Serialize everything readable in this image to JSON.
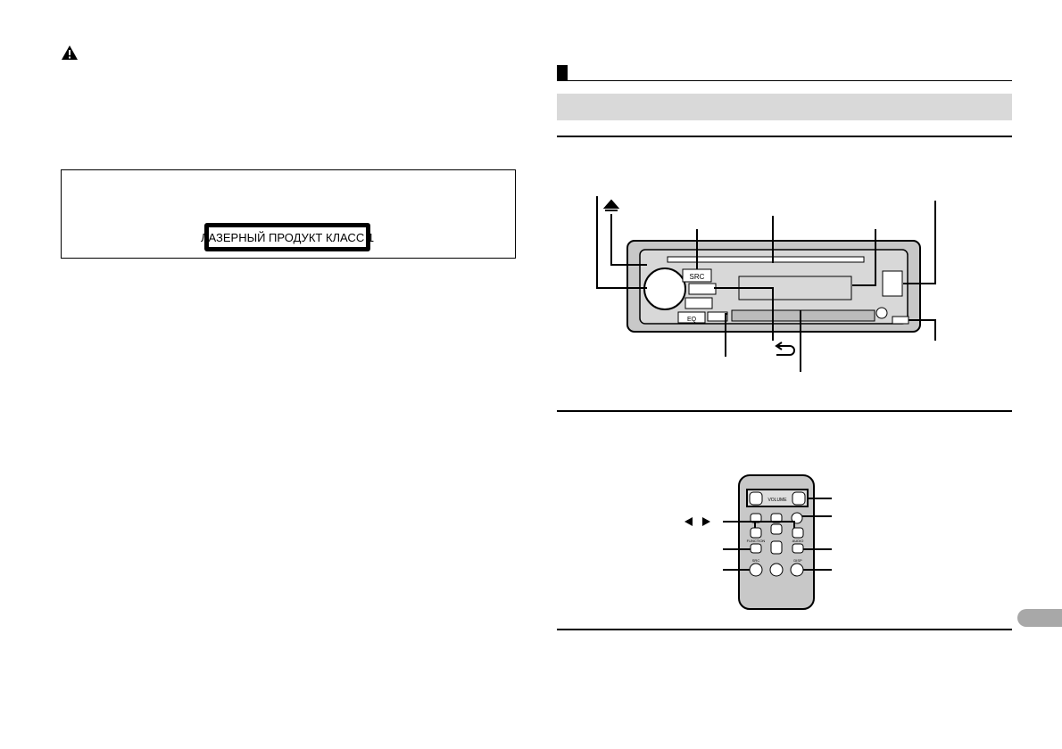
{
  "warning": {
    "icon": "warning-triangle-icon"
  },
  "laser_label": {
    "text": "ЛАЗЕРНЫЙ ПРОДУКТ КЛАСС 1"
  },
  "head_unit": {
    "buttons": [
      "SRC",
      "EQ",
      "▲"
    ],
    "callouts": [
      "eject-icon",
      "back-icon"
    ]
  },
  "remote": {
    "labels": [
      "VOLUME",
      "FUNCTION",
      "AUDIO",
      "SRC",
      "DISP"
    ],
    "callouts": [
      "left-right-arrows-icon"
    ]
  },
  "colors": {
    "section_band": "#d9d9d9",
    "page_tab": "#a8a8a8",
    "device_gray": "#c8c8c8"
  }
}
